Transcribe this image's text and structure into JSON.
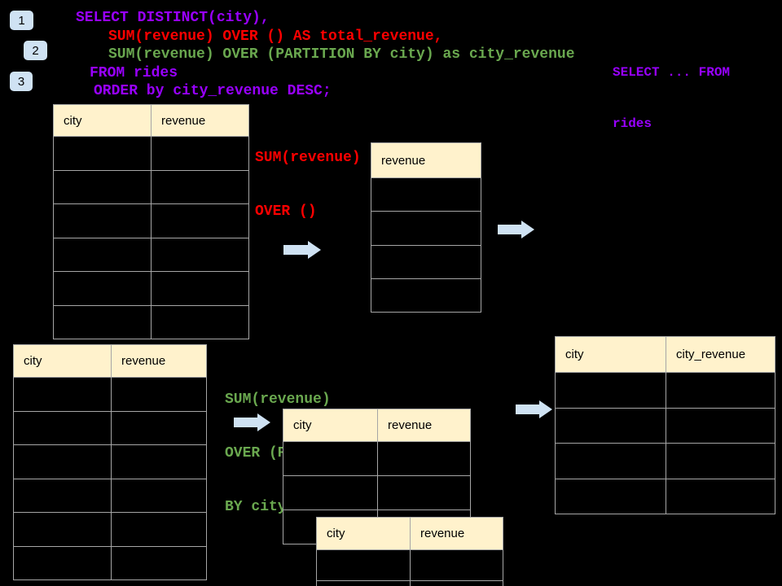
{
  "badges": [
    {
      "label": "1"
    },
    {
      "label": "2"
    },
    {
      "label": "3"
    }
  ],
  "code": {
    "lines": [
      {
        "text": "SELECT DISTINCT(city),",
        "color": "purple"
      },
      {
        "text": "SUM(revenue) OVER () AS total_revenue,",
        "color": "red"
      },
      {
        "text": "SUM(revenue) OVER (PARTITION BY city) as city_revenue",
        "color": "green"
      },
      {
        "text": "FROM rides",
        "color": "purple"
      },
      {
        "text": "ORDER by city_revenue DESC;",
        "color": "purple"
      }
    ]
  },
  "side_note": {
    "line1": "SELECT ... FROM",
    "line2": "rides"
  },
  "annotations": {
    "total_label": {
      "line1": "SUM(revenue)",
      "line2": "OVER ()"
    },
    "partition_label": {
      "line1": "SUM(revenue)",
      "line2": "OVER (PARTITION",
      "line3": "BY city)"
    }
  },
  "tables": {
    "source_top": {
      "columns": [
        "city",
        "revenue"
      ],
      "row_count": 6
    },
    "total_result": {
      "columns": [
        "revenue"
      ],
      "row_count": 4
    },
    "source_bottom": {
      "columns": [
        "city",
        "revenue"
      ],
      "row_count": 6
    },
    "partition_step": {
      "columns": [
        "city",
        "revenue"
      ],
      "row_count": 3
    },
    "partition_step2": {
      "columns": [
        "city",
        "revenue"
      ],
      "row_count": 2
    },
    "partition_result": {
      "columns": [
        "city",
        "city_revenue"
      ],
      "row_count": 4
    }
  },
  "colors": {
    "background": "#000000",
    "sql_purple": "#9900ff",
    "sql_red": "#ff0000",
    "sql_green": "#6aa84f",
    "table_header_bg": "#fff2cc",
    "table_border": "#a6a6a6",
    "arrow_blue": "#cfe2f3",
    "badge_blue": "#cfe2f3"
  }
}
